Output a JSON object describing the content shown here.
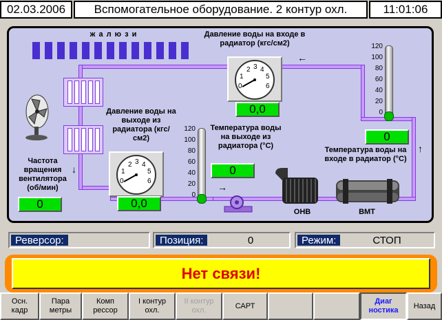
{
  "header": {
    "date": "02.03.2006",
    "title": "Вспомогательное оборудование. 2 контур охл.",
    "time": "11:01:06"
  },
  "schema": {
    "blinds_label": "ж а л ю з и",
    "fan_speed_label": "Частота вращения вентилятора (об/мин)",
    "fan_speed_value": "0",
    "outlet_pressure_label": "Давление воды на выходе из радиатора (кгс/см2)",
    "outlet_pressure_value": "0,0",
    "inlet_pressure_label": "Давление воды на входе в радиатор (кгс/см2)",
    "inlet_pressure_value": "0,0",
    "outlet_temp_label": "Температура воды на выходе из радиатора (°С)",
    "outlet_temp_value": "0",
    "inlet_temp_label": "Температура воды на входе в радиатор (°С)",
    "inlet_temp_value": "0",
    "gauge_ticks": [
      "0",
      "1",
      "2",
      "3",
      "4",
      "5",
      "6"
    ],
    "therm_ticks": [
      "120",
      "100",
      "80",
      "60",
      "40",
      "20",
      "0"
    ],
    "onv_label": "ОНВ",
    "vmt_label": "ВМТ",
    "gauge_unit": "0"
  },
  "status": {
    "reversor_label": "Реверсор:",
    "reversor_value": "",
    "position_label": "Позиция:",
    "position_value": "0",
    "mode_label": "Режим:",
    "mode_value": "СТОП"
  },
  "alarm": {
    "text": "Нет связи!"
  },
  "buttons": [
    {
      "label": "Осн. кадр"
    },
    {
      "label": "Пара метры"
    },
    {
      "label": "Комп рессор"
    },
    {
      "label": "I контур охл."
    },
    {
      "label": "II контур охл."
    },
    {
      "label": "САРТ"
    },
    {
      "label": ""
    },
    {
      "label": ""
    },
    {
      "label": "Диаг ностика"
    },
    {
      "label": "Назад"
    }
  ],
  "colors": {
    "value_bg": "#00e000",
    "alarm_bg": "#ff8a00",
    "alarm_text": "#e00000",
    "pipe": "#cc99ff"
  }
}
